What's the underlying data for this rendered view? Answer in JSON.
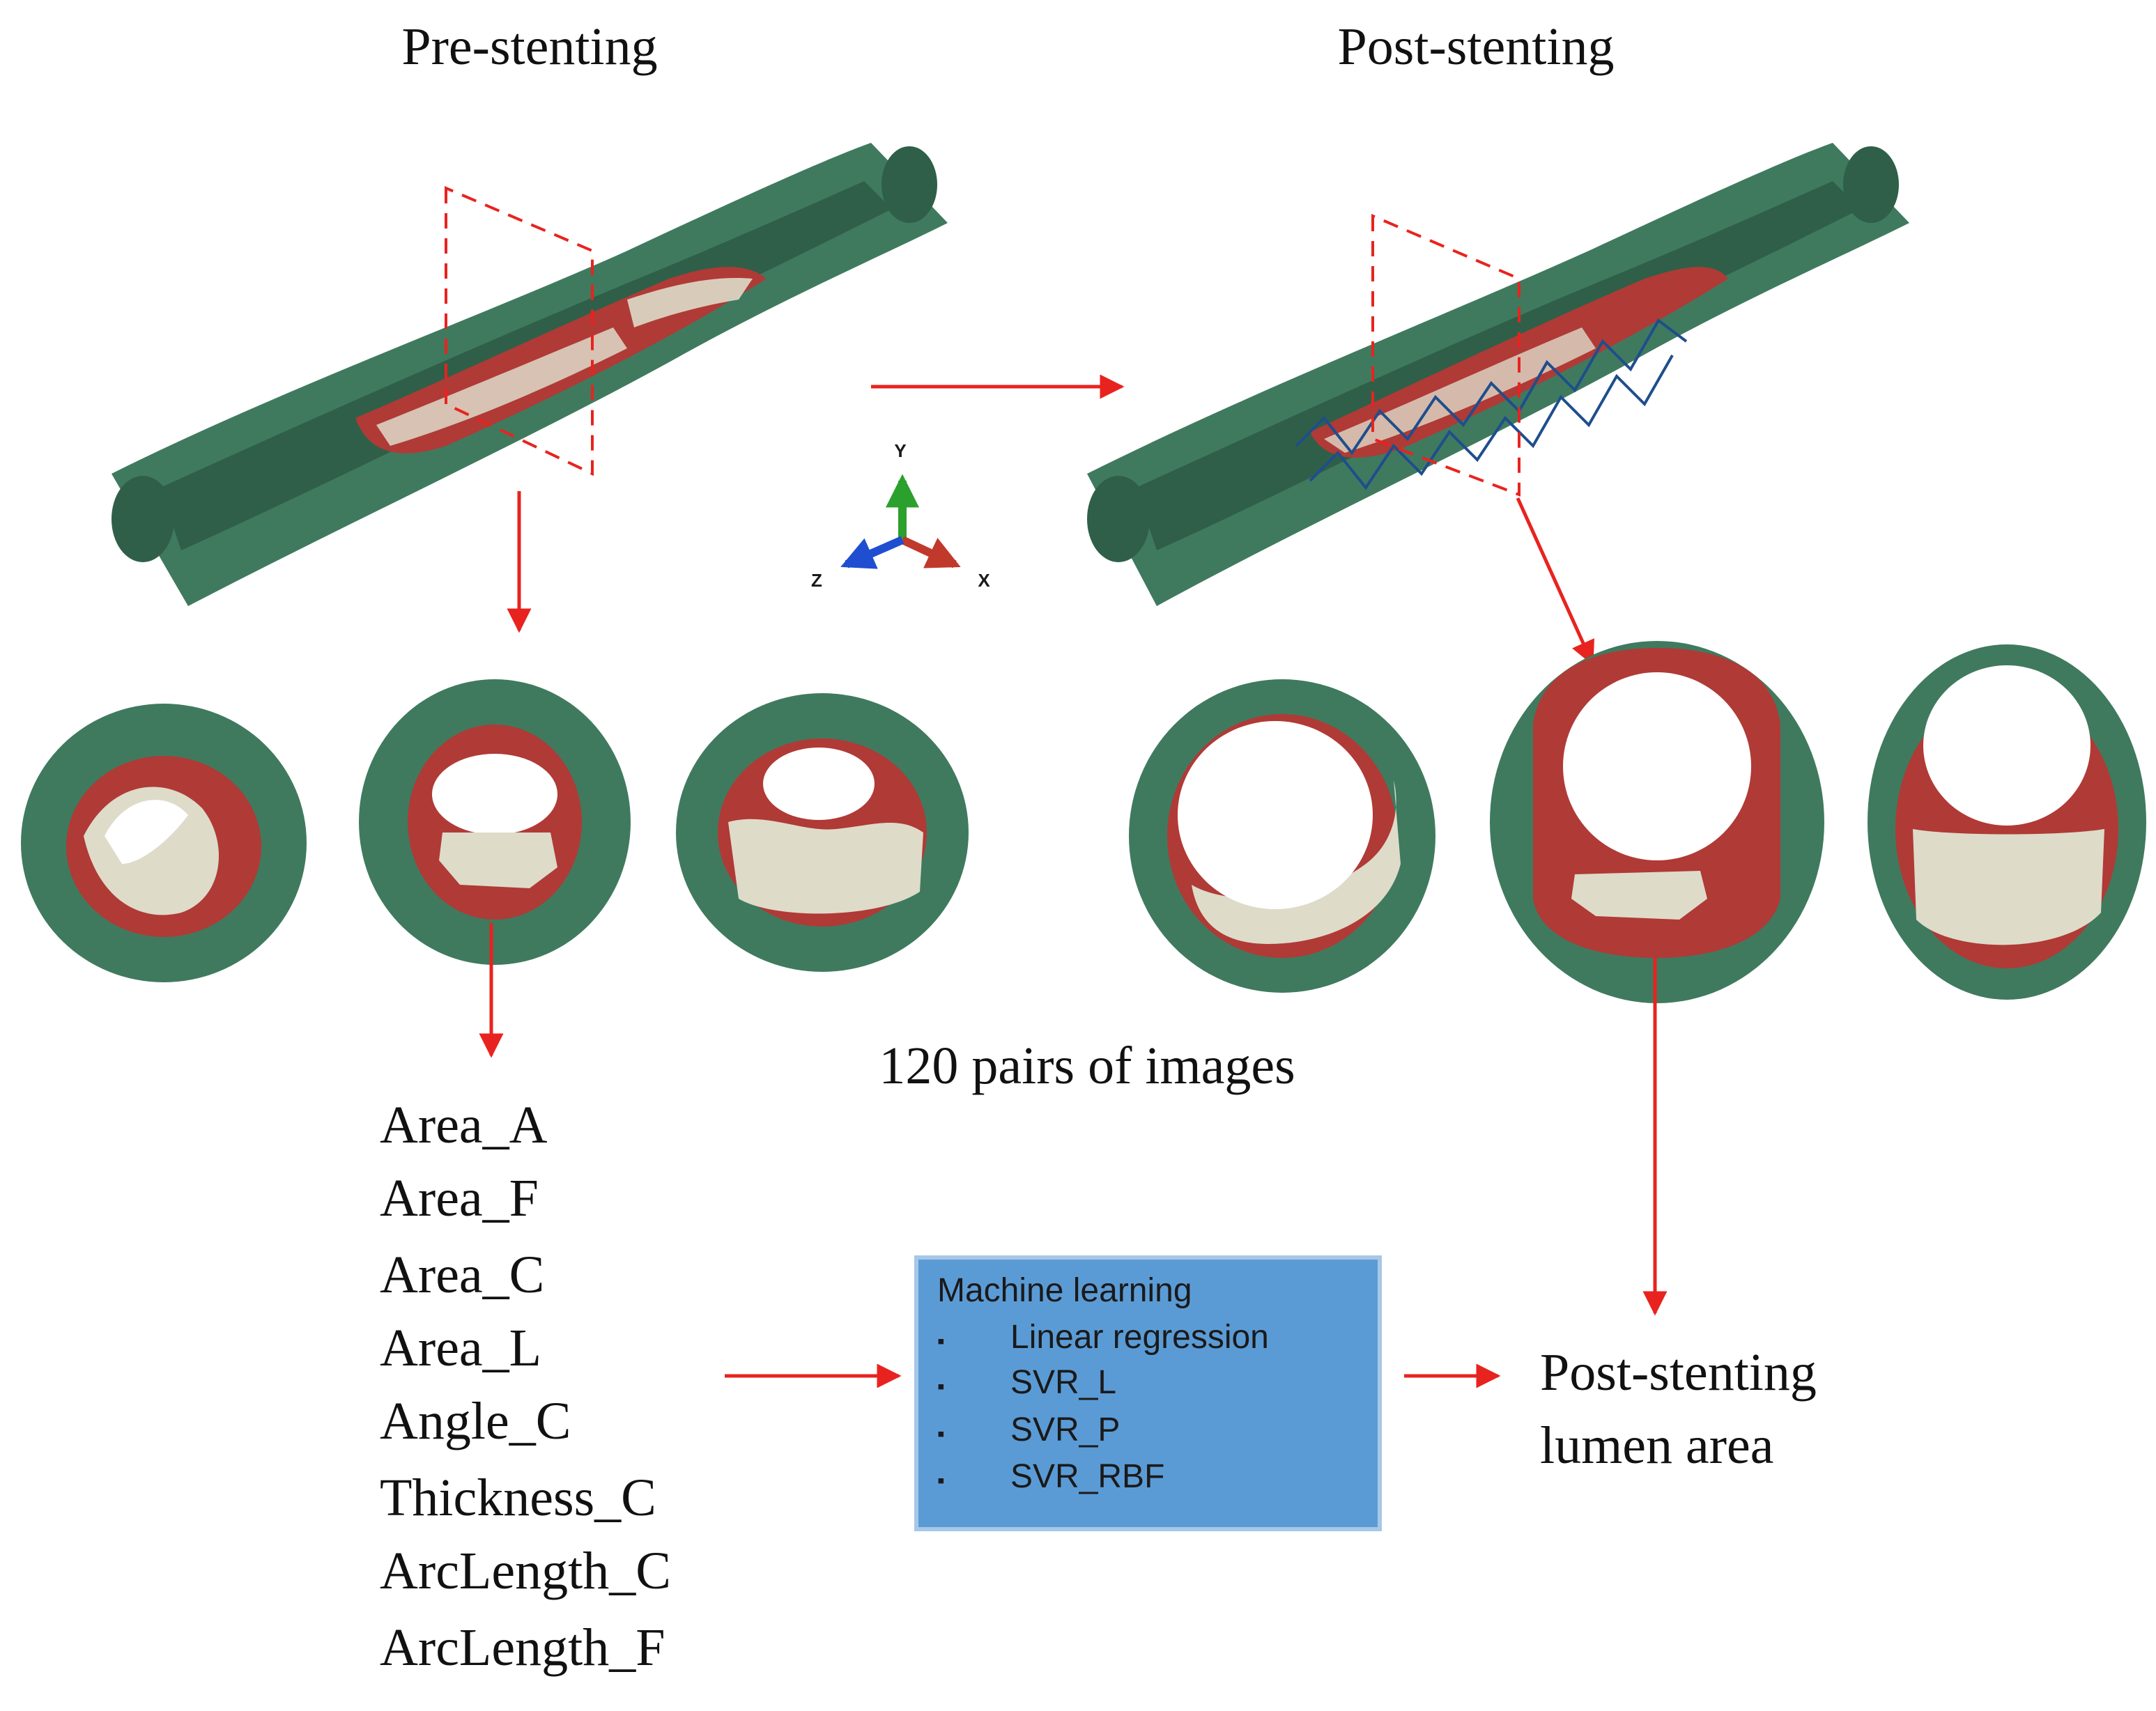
{
  "headings": {
    "pre": "Pre-stenting",
    "post": "Post-stenting"
  },
  "axes_triad": {
    "y": "Y",
    "x": "X",
    "z": "Z"
  },
  "pairs_caption": "120 pairs of images",
  "features": [
    "Area_A",
    "Area_F",
    "Area_C",
    "Area_L",
    "Angle_C",
    "Thickness_C",
    "ArcLength_C",
    "ArcLength_F"
  ],
  "ml_box": {
    "title": "Machine learning",
    "bullet": "▪",
    "items": [
      "Linear regression",
      "SVR_L",
      "SVR_P",
      "SVR_RBF"
    ]
  },
  "output": {
    "line1": "Post-stenting",
    "line2": "lumen area"
  },
  "colors": {
    "artery_wall": "#3f7a5f",
    "artery_wall_dark": "#2f5f48",
    "plaque_fibrous": "#b03a36",
    "calcium": "#dedbc9",
    "arrow": "#e8231f",
    "stent": "#1f4e8c",
    "ml_box": "#5b9bd5"
  }
}
